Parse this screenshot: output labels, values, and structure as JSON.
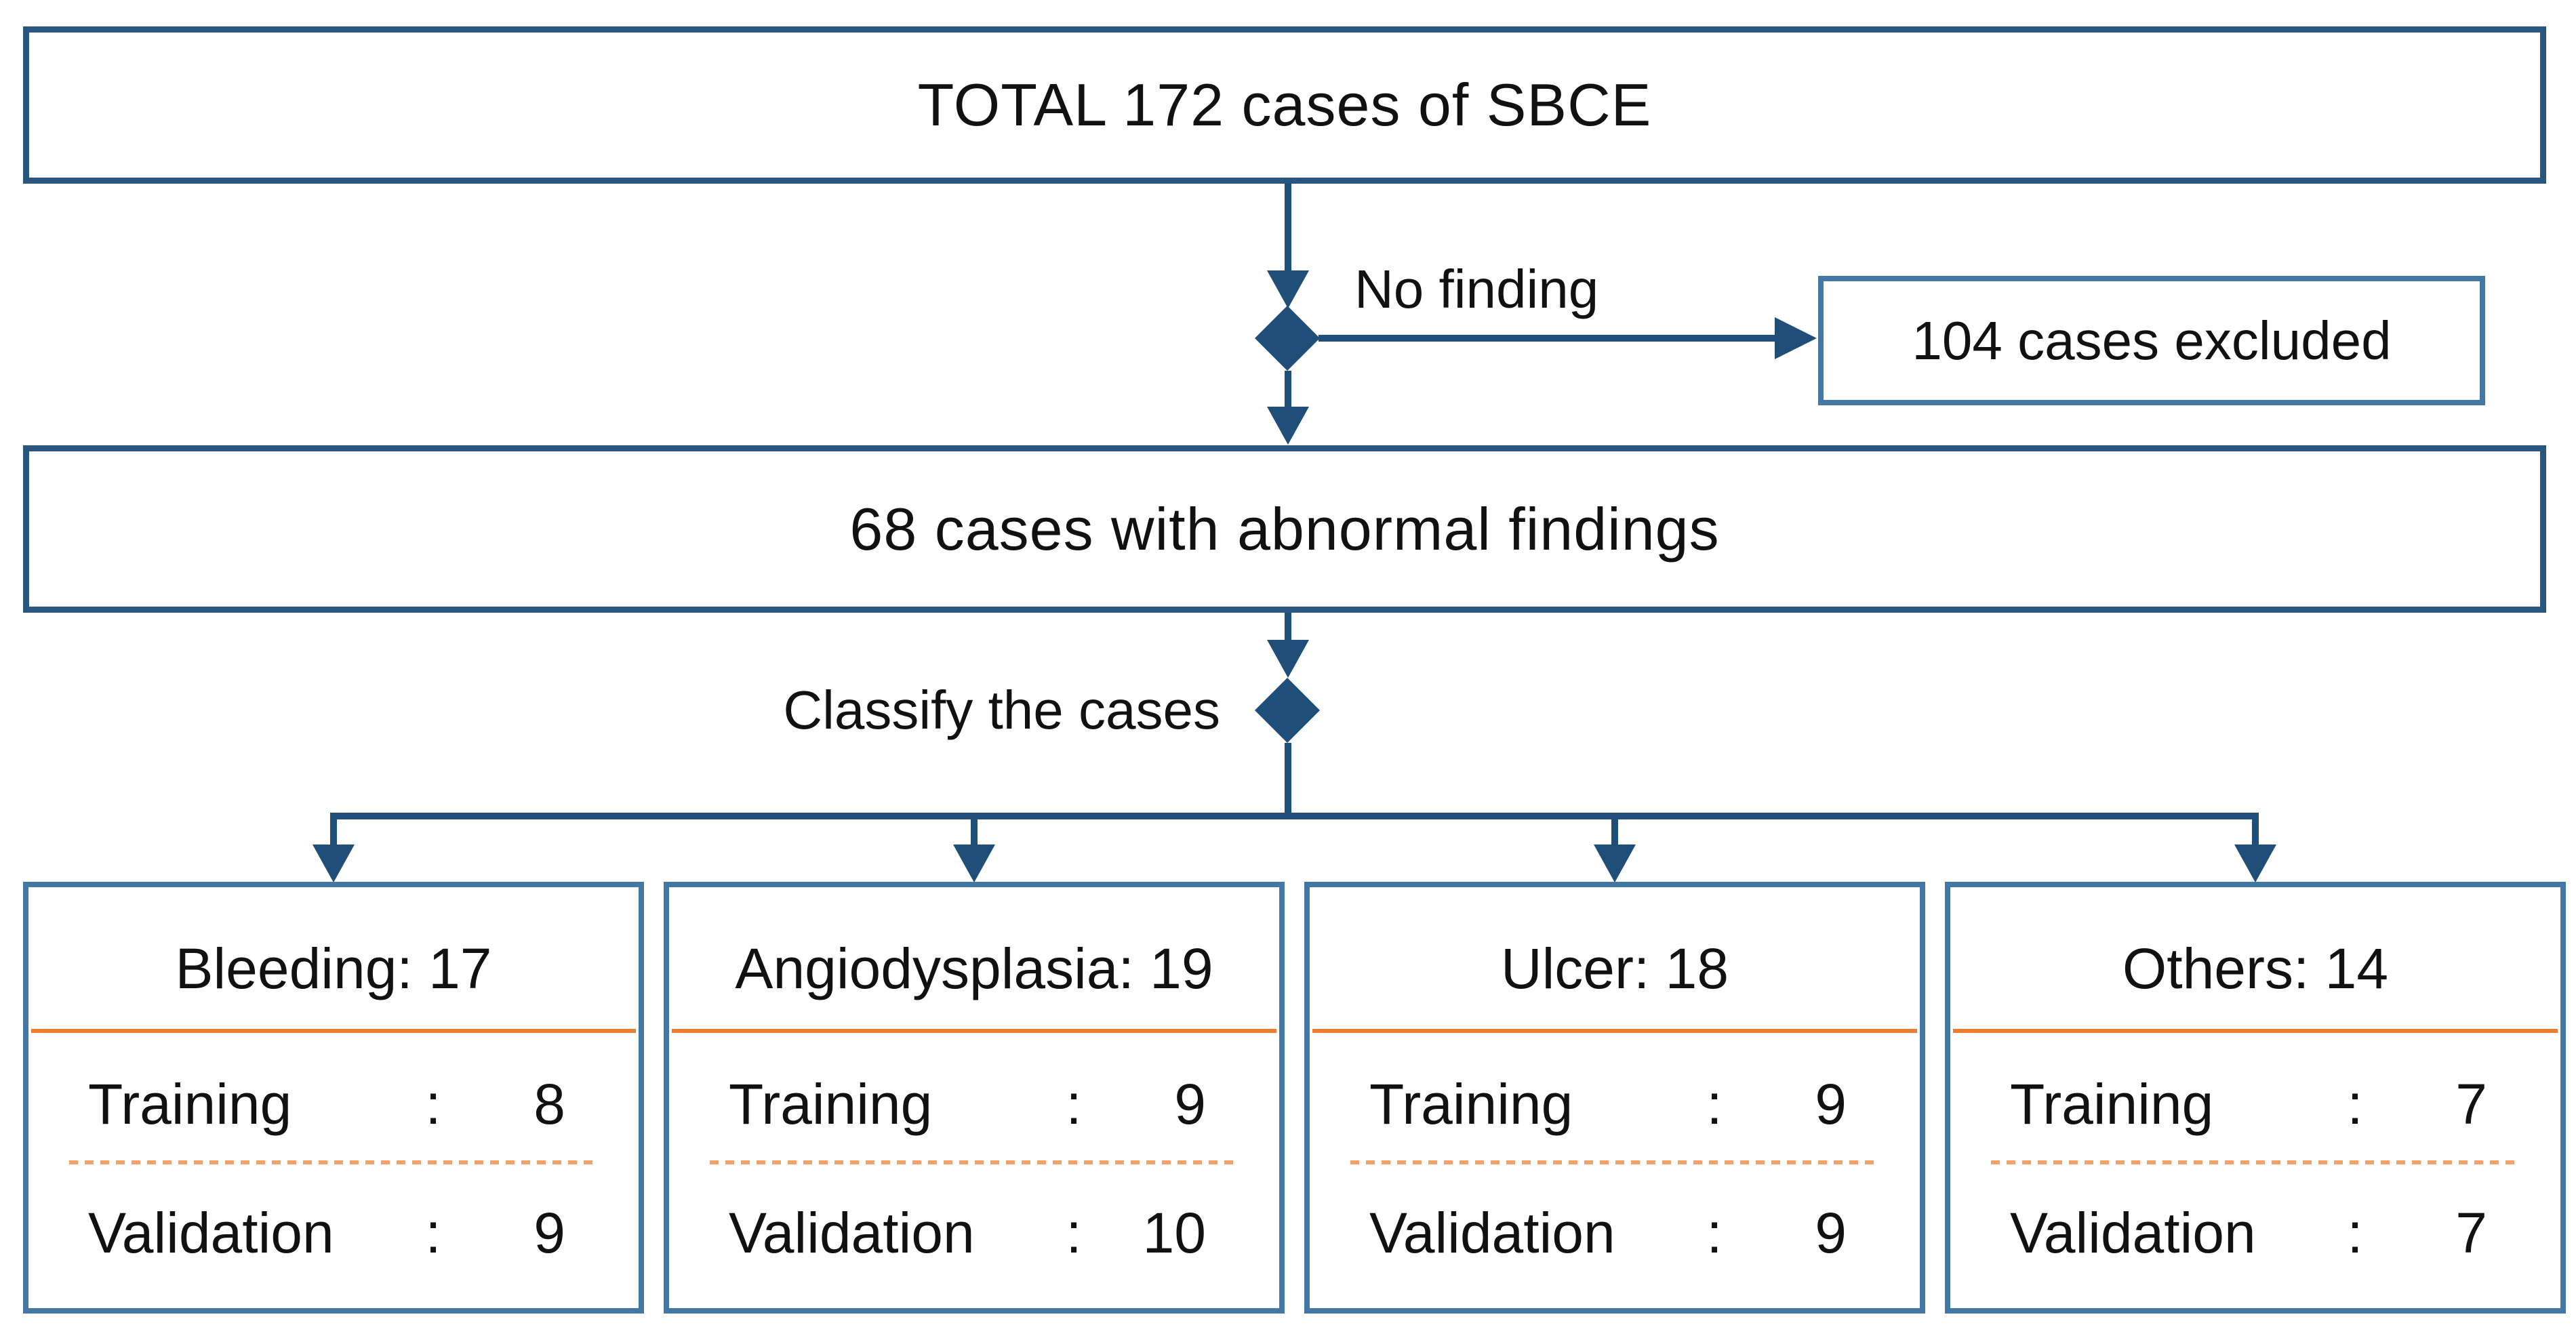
{
  "diagram": {
    "title_box": {
      "label": "TOTAL 172 cases of SBCE"
    },
    "no_finding": {
      "label": "No finding"
    },
    "excluded_box": {
      "label": "104 cases excluded"
    },
    "abnormal_box": {
      "label": "68 cases with abnormal findings"
    },
    "classify": {
      "label": "Classify the cases"
    },
    "separator": ":",
    "categories": [
      {
        "title": "Bleeding: 17",
        "rows": [
          {
            "label": "Training",
            "value": "8"
          },
          {
            "label": "Validation",
            "value": "9"
          }
        ]
      },
      {
        "title": "Angiodysplasia: 19",
        "rows": [
          {
            "label": "Training",
            "value": "9"
          },
          {
            "label": "Validation",
            "value": "10"
          }
        ]
      },
      {
        "title": "Ulcer: 18",
        "rows": [
          {
            "label": "Training",
            "value": "9"
          },
          {
            "label": "Validation",
            "value": "9"
          }
        ]
      },
      {
        "title": "Others: 14",
        "rows": [
          {
            "label": "Training",
            "value": "7"
          },
          {
            "label": "Validation",
            "value": "7"
          }
        ]
      }
    ],
    "colors": {
      "arrow_navy": "#1F4E79",
      "box_border_dark": "#28567E",
      "box_border_light": "#4377A6",
      "divider_orange": "#ED7D31",
      "divider_orange_dashed": "#F4A26C",
      "text": "#111111",
      "background": "#FFFFFF"
    }
  }
}
